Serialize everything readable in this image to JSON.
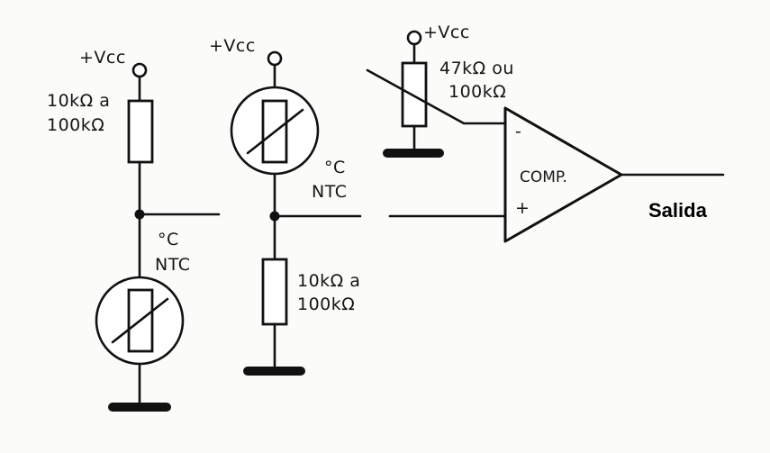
{
  "labels": {
    "vcc_1": "+Vcc",
    "vcc_2": "+Vcc",
    "vcc_3": "+Vcc",
    "r1_line1": "10kΩ a",
    "r1_line2": "100kΩ",
    "r2_line1": "10kΩ a",
    "r2_line2": "100kΩ",
    "r3_line1": "47kΩ ou",
    "r3_line2": "100kΩ",
    "ntc1_deg": "°C",
    "ntc1_name": "NTC",
    "ntc2_deg": "°C",
    "ntc2_name": "NTC",
    "comp_name": "COMP.",
    "comp_minus": "-",
    "comp_plus": "+",
    "output": "Salida"
  }
}
